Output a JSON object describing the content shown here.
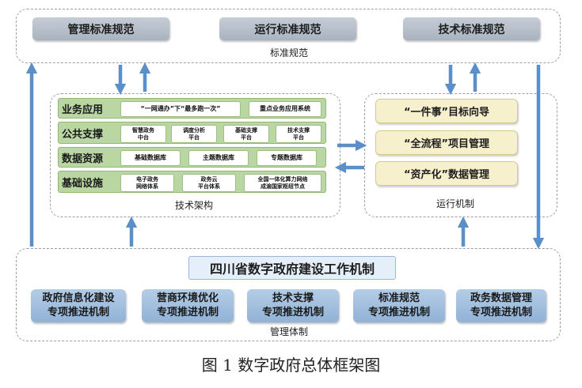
{
  "standards": {
    "items": [
      "管理标准规范",
      "运行标准规范",
      "技术标准规范"
    ],
    "label": "标准规范"
  },
  "tech_arch": {
    "label": "技术架构",
    "rows": [
      {
        "title": "业务应用",
        "boxes": [
          "“一网通办”下“最多跑一次”",
          "重点业务应用系统"
        ]
      },
      {
        "title": "公共支撑",
        "boxes": [
          [
            "智慧政务",
            "中台"
          ],
          [
            "调度分析",
            "平台"
          ],
          [
            "基础支撑",
            "平台"
          ],
          [
            "技术支撑",
            "平台"
          ]
        ]
      },
      {
        "title": "数据资源",
        "boxes": [
          "基础数据库",
          "主题数据库",
          "专题数据库"
        ]
      },
      {
        "title": "基础设施",
        "boxes": [
          [
            "电子政务",
            "网络体系"
          ],
          [
            "政务云",
            "平台体系"
          ],
          [
            "全国一体化算力网络",
            "成渝国家枢纽节点"
          ]
        ]
      }
    ]
  },
  "ops": {
    "label": "运行机制",
    "items": [
      "“一件事”目标向导",
      "“全流程”项目管理",
      "“资产化”数据管理"
    ]
  },
  "management": {
    "label": "管理体制",
    "title": "四川省数字政府建设工作机制",
    "items": [
      [
        "政府信息化建设",
        "专项推进机制"
      ],
      [
        "营商环境优化",
        "专项推进机制"
      ],
      [
        "技术支撑",
        "专项推进机制"
      ],
      [
        "标准规范",
        "专项推进机制"
      ],
      [
        "政务数据管理",
        "专项推进机制"
      ]
    ]
  },
  "caption": "图 1  数字政府总体框架图",
  "colors": {
    "arrow": "#5b8fca",
    "green": "#b9d6a3",
    "yellow": "#f7f0cc",
    "blue": "#a3c1e0"
  }
}
